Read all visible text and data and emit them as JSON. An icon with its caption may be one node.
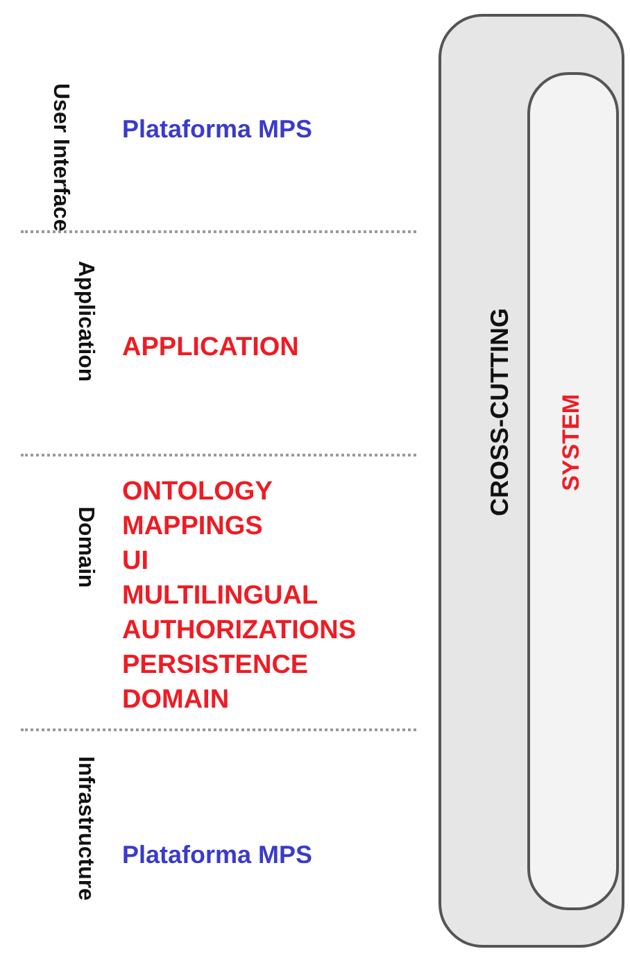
{
  "diagram": {
    "nodes": [
      {
        "text": [
          "CROSS-CUTTING"
        ]
      },
      {
        "text": [
          "SYSTEM"
        ],
        "in": 0
      }
    ],
    "edges": [],
    "labels": [
      "User Interface",
      "Plataforma MPS",
      "Application",
      "APPLICATION",
      "Domain",
      "ONTOLOGY",
      "MAPPINGS",
      "UI",
      "MULTILINGUAL",
      "AUTHORIZATIONS",
      "PERSISTENCE",
      "DOMAIN",
      "Infrastructure",
      "Plataforma MPS"
    ]
  }
}
